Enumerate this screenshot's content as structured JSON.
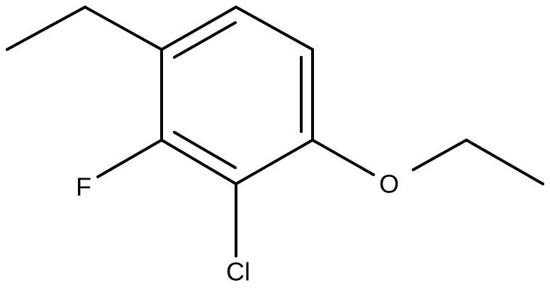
{
  "molecule": {
    "atoms": {
      "fluorine": "F",
      "chlorine": "Cl",
      "oxygen": "O"
    },
    "colors": {
      "bond": "#000000",
      "label": "#000000",
      "background": "#ffffff"
    }
  }
}
